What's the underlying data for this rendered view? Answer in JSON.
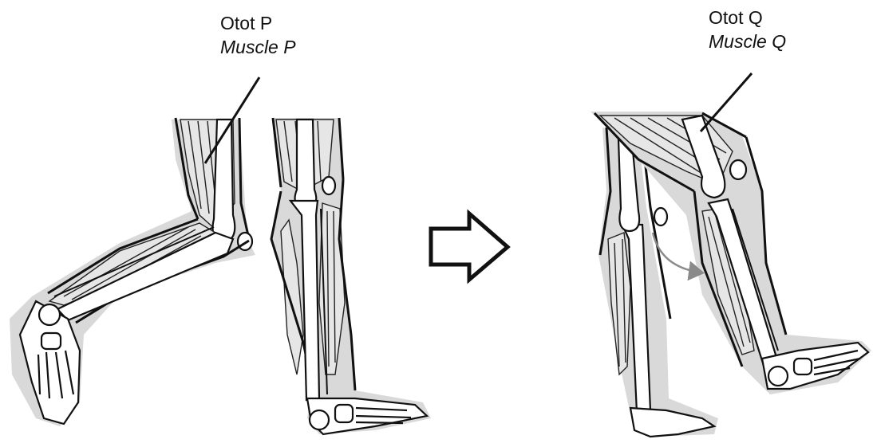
{
  "labels": {
    "p": {
      "local": "Otot P",
      "english": "Muscle P"
    },
    "q": {
      "local": "Otot Q",
      "english": "Muscle Q"
    }
  },
  "arrow": {
    "direction": "right"
  },
  "colors": {
    "line": "#111111",
    "muscle_fill": "#e6e6e6",
    "skin_shadow": "#d4d4d4",
    "bone_fill": "#ffffff",
    "hint_arrow": "#8a8a8a"
  }
}
